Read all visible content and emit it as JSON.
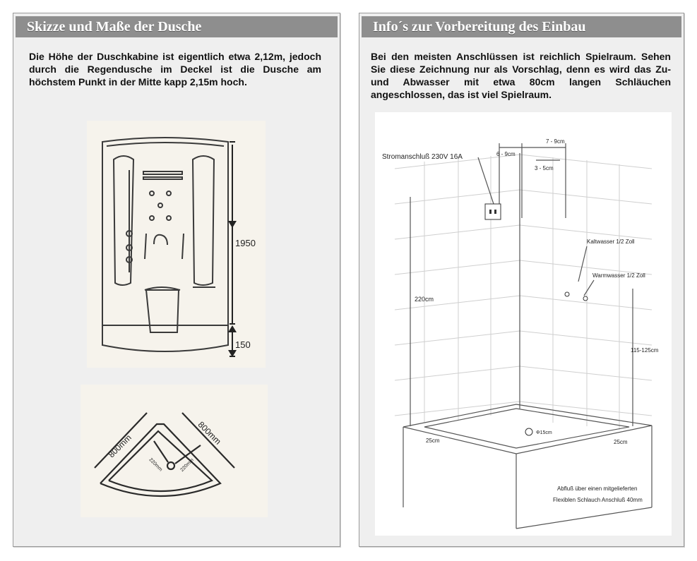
{
  "left": {
    "title": "Skizze und Maße der Dusche",
    "description": "Die Höhe der Duschkabine ist eigentlich etwa 2,12m, jedoch durch die Regendusche im Deckel ist die Dusche am höchstem Punkt in der Mitte kapp 2,15m hoch.",
    "front_view": {
      "dim_cabin": "1950",
      "dim_base": "150"
    },
    "top_view": {
      "dim_side_a": "800mm",
      "dim_side_b": "800mm",
      "dim_drain_a": "220mm",
      "dim_drain_b": "220mm"
    }
  },
  "right": {
    "title": "Info´s zur Vorbereitung des Einbau",
    "description": "Bei den meisten Anschlüssen ist reichlich Spielraum. Sehen Sie diese Zeichnung nur als Vorschlag, denn es wird das Zu- und Abwasser mit etwa 80cm langen Schläuchen angeschlossen, das ist viel Spielraum.",
    "drawing": {
      "power": "Stromanschluß 230V 16A",
      "dim_6_9": "6 - 9cm",
      "dim_7_9": "7 - 9cm",
      "dim_3_5": "3 - 5cm",
      "cold": "Kaltwasser 1/2 Zoll",
      "warm": "Warmwasser 1/2 Zoll",
      "height": "220cm",
      "height_water": "115-125cm",
      "dim_25_left": "25cm",
      "dim_25_right": "25cm",
      "drain_dia": "Φ15cm",
      "drain_note_1": "Abfluß über einen mitgelieferten",
      "drain_note_2": "Flexiblen Schlauch Anschluß 40mm"
    }
  }
}
